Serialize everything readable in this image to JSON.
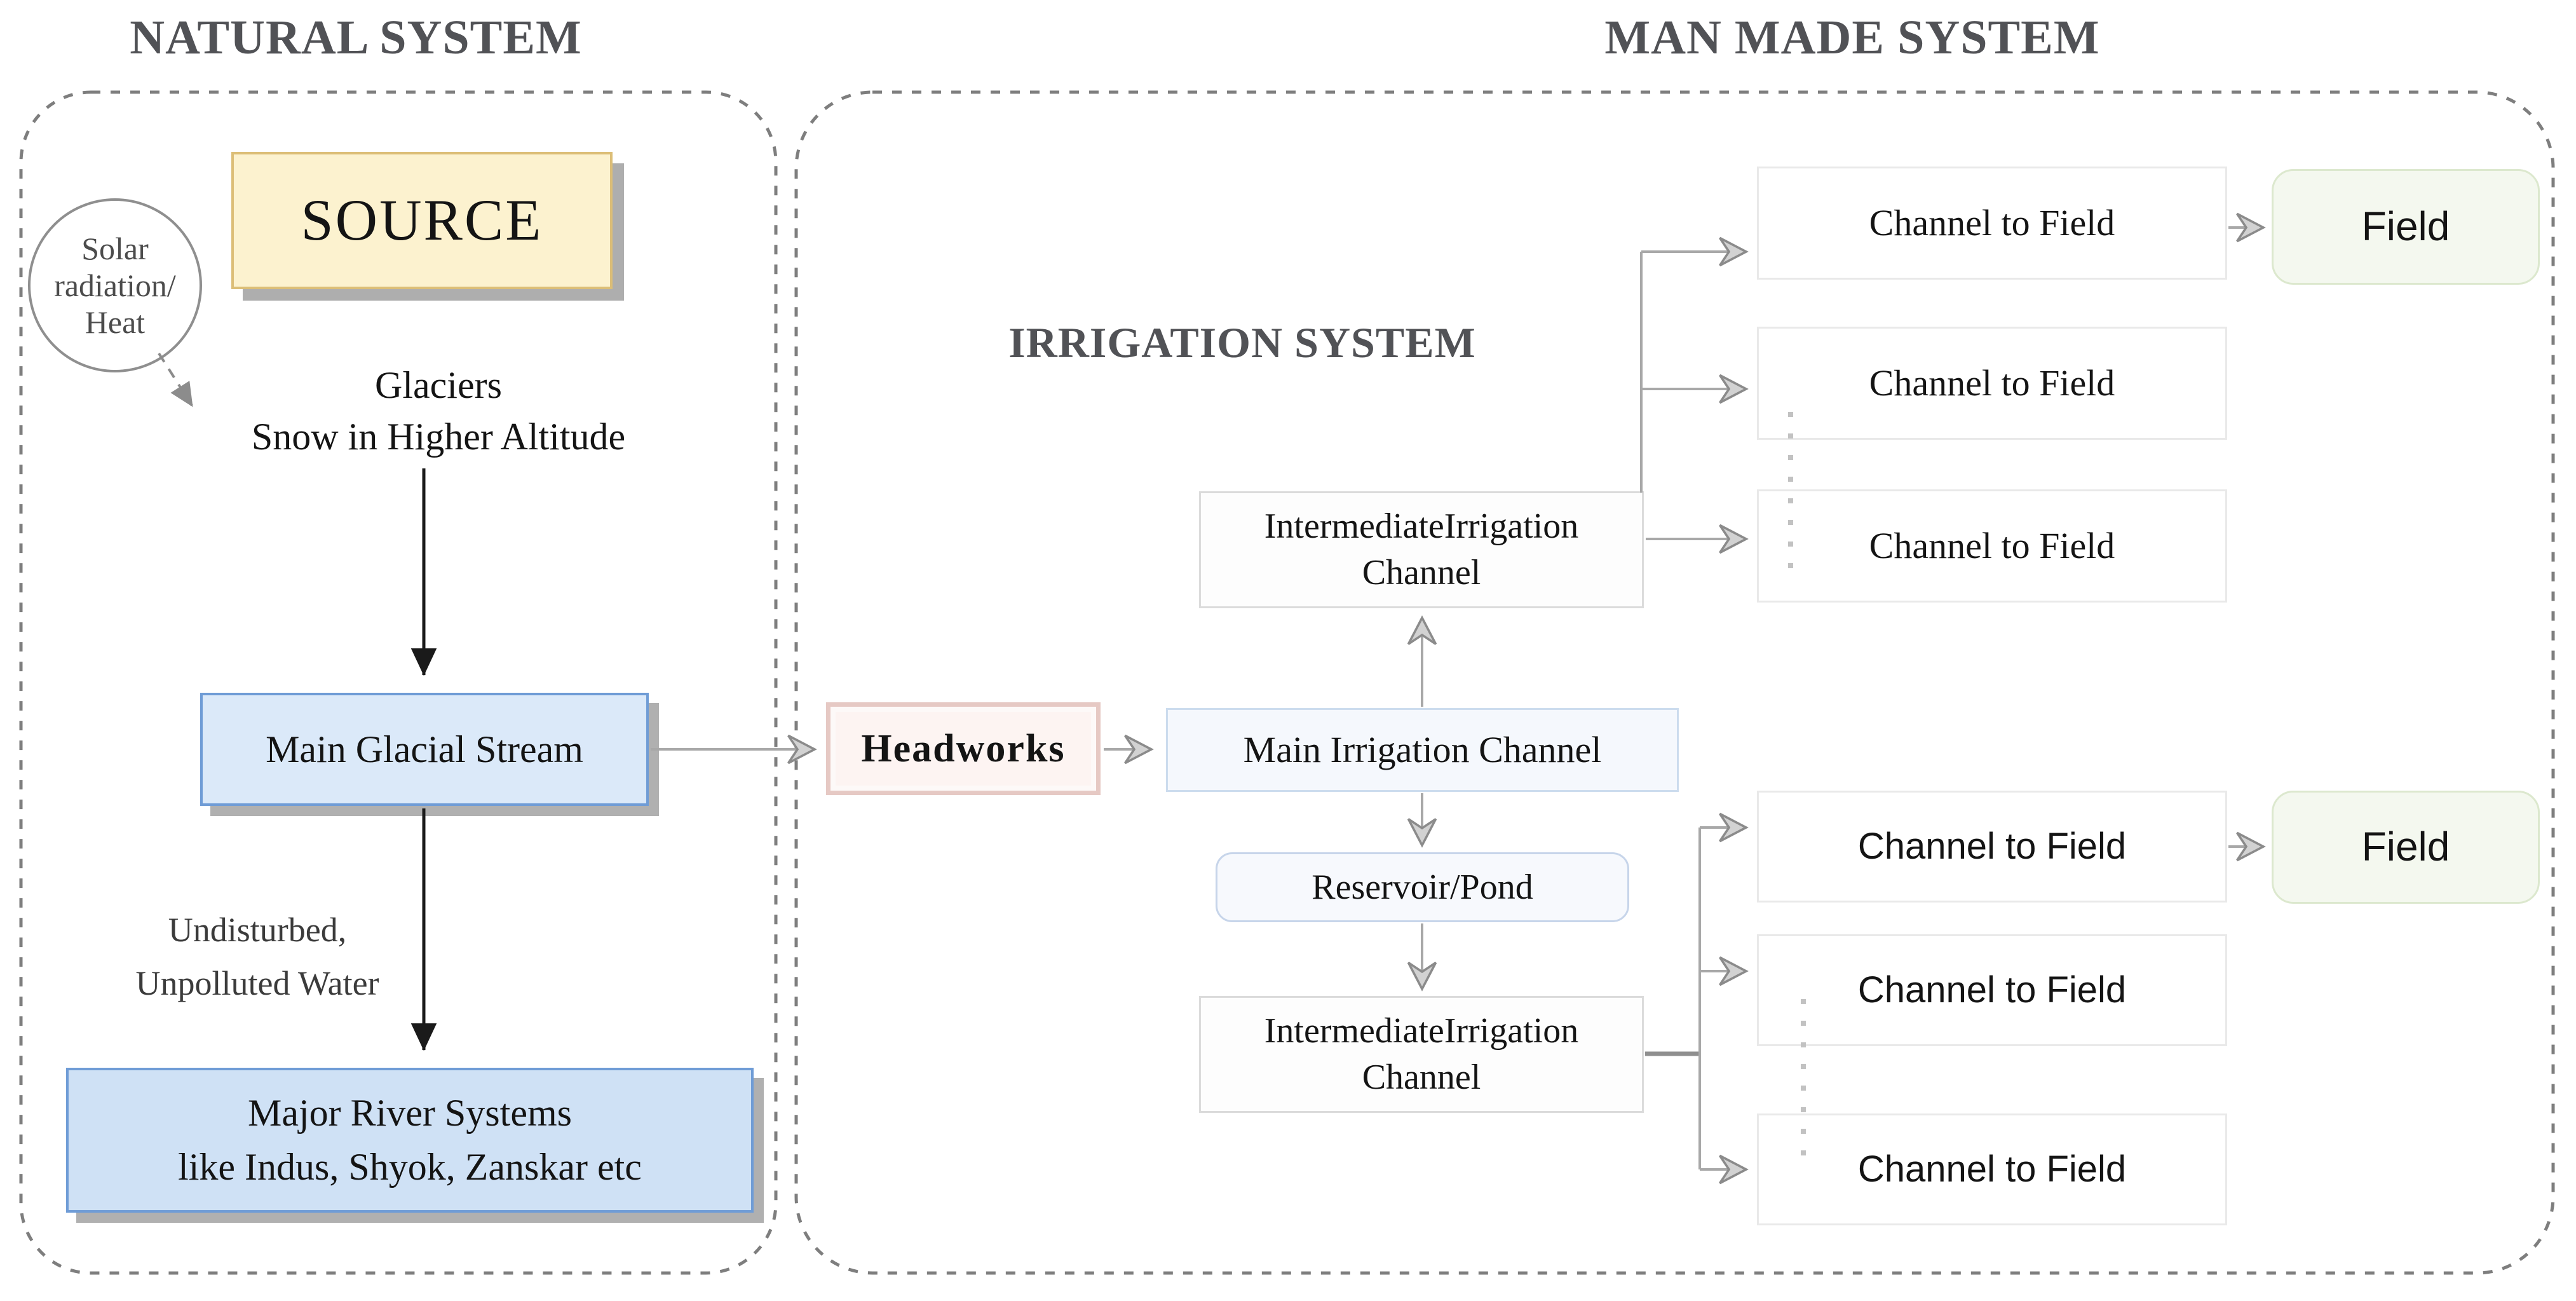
{
  "natural": {
    "title": "NATURAL SYSTEM",
    "source": "SOURCE",
    "solar": [
      "Solar",
      "radiation/",
      "Heat"
    ],
    "glaciers": [
      "Glaciers",
      "Snow in Higher Altitude"
    ],
    "main_glacial_stream": "Main Glacial Stream",
    "water_note": [
      "Undisturbed,",
      "Unpolluted Water"
    ],
    "major_rivers": [
      "Major River Systems",
      "like Indus, Shyok, Zanskar etc"
    ]
  },
  "man_made": {
    "title": "MAN MADE SYSTEM",
    "irrigation_title": "IRRIGATION SYSTEM",
    "headworks": "Headworks",
    "main_irrigation_channel": "Main Irrigation Channel",
    "reservoir": "Reservoir/Pond",
    "intermediate_channel": [
      "IntermediateIrrigation",
      "Channel"
    ],
    "channel_to_field": "Channel to Field",
    "field": "Field"
  },
  "colors": {
    "title_text": "#515256",
    "source_fill": "#fcf2cf",
    "source_border": "#dcbe77",
    "glacial_fill": "#dbe9f9",
    "rivers_fill": "#cfe1f5",
    "blue_border": "#6f9cd6",
    "headworks_fill": "#fdf4f2",
    "headworks_border": "#e6c9c4",
    "irrigation_channel_fill": "#f5f8fd",
    "irrigation_channel_border": "#ccdcee",
    "reservoir_fill": "#f7f9fd",
    "reservoir_border": "#c7d5ea",
    "intermediate_fill": "#fdfdfd",
    "intermediate_border": "#dbdbdb",
    "channel_to_field_fill": "#ffffff",
    "channel_to_field_border": "#e9e9e9",
    "field_fill": "#f4f8ef",
    "field_border": "#dce8ce",
    "connector_gray": "#a8a8a8",
    "connector_black": "#1a1a1a",
    "dashed_container": "#7e7e7e",
    "shadow": "#b0b0b0"
  }
}
